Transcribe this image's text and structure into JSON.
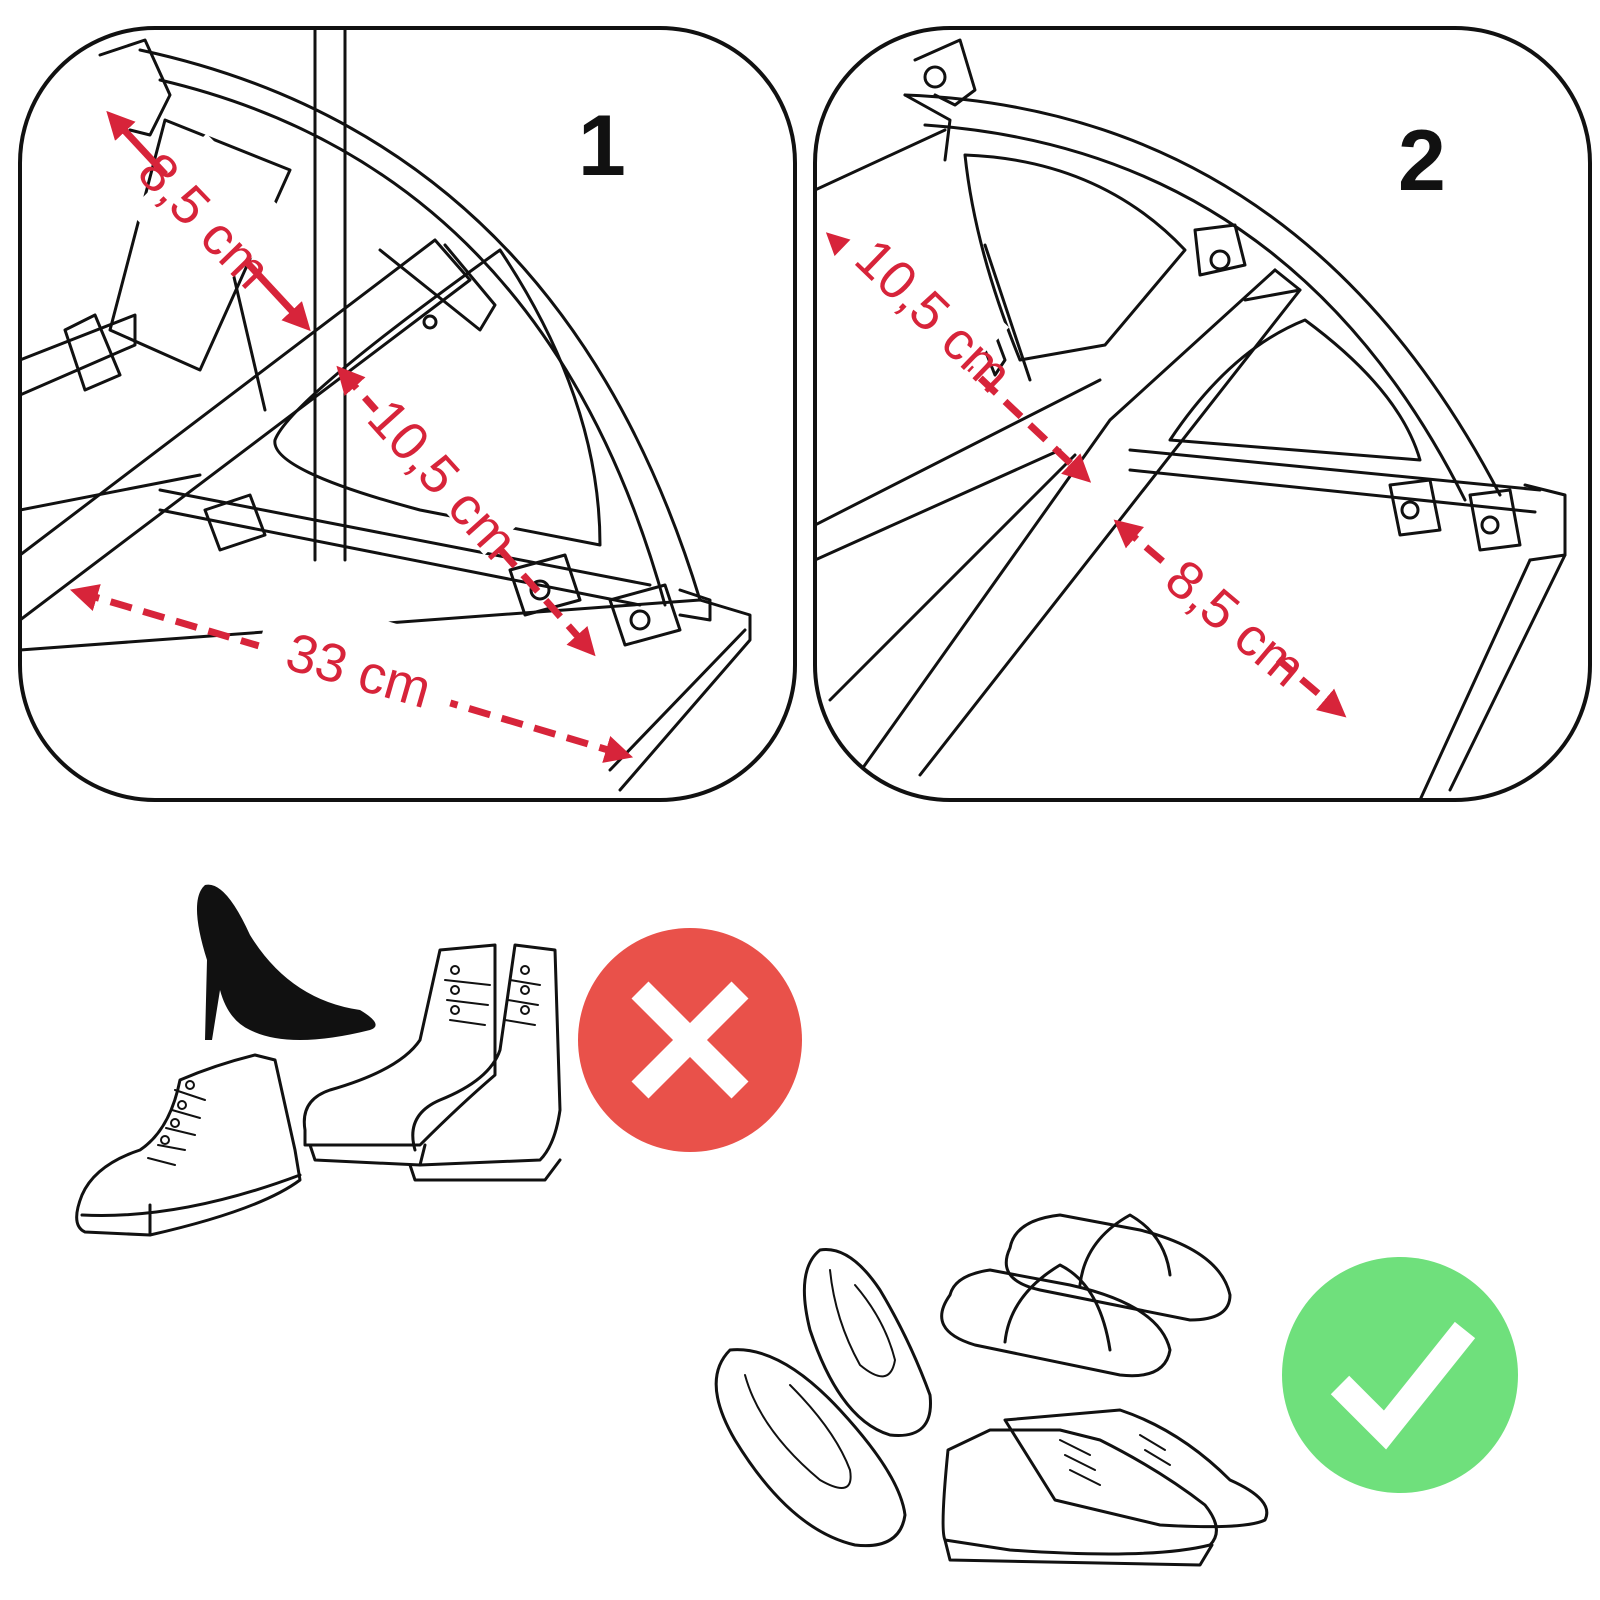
{
  "panels": [
    {
      "number": "1",
      "dimensions": [
        "8,5 cm",
        "10,5 cm",
        "33 cm"
      ]
    },
    {
      "number": "2",
      "dimensions": [
        "10,5 cm",
        "8,5 cm"
      ]
    }
  ],
  "colors": {
    "dimension": "#d7243a",
    "reject_badge": "#e9514a",
    "approve_badge": "#6fe07c",
    "outline": "#111111"
  },
  "shoes": {
    "not_allowed": [
      "stiletto-heel-icon",
      "high-top-sneaker-icon",
      "combat-boots-icon"
    ],
    "allowed": [
      "ballet-flats-icon",
      "slippers-icon",
      "derby-shoes-icon"
    ]
  },
  "badges": {
    "reject": "cross-icon",
    "approve": "checkmark-icon"
  }
}
